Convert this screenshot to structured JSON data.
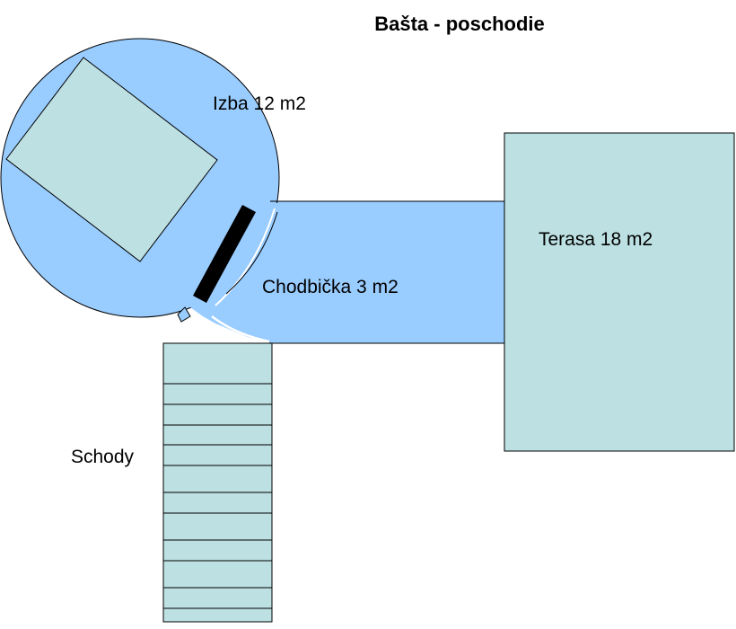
{
  "title": "Bašta - poschodie",
  "rooms": {
    "izba": "Izba 12 m2",
    "chodbicka": "Chodbička 3 m2",
    "terasa": "Terasa 18 m2",
    "schody": "Schody"
  },
  "colors": {
    "room_blue": "#99ccff",
    "furniture": "#bde0e3",
    "outline": "#000000",
    "door": "#000000"
  }
}
